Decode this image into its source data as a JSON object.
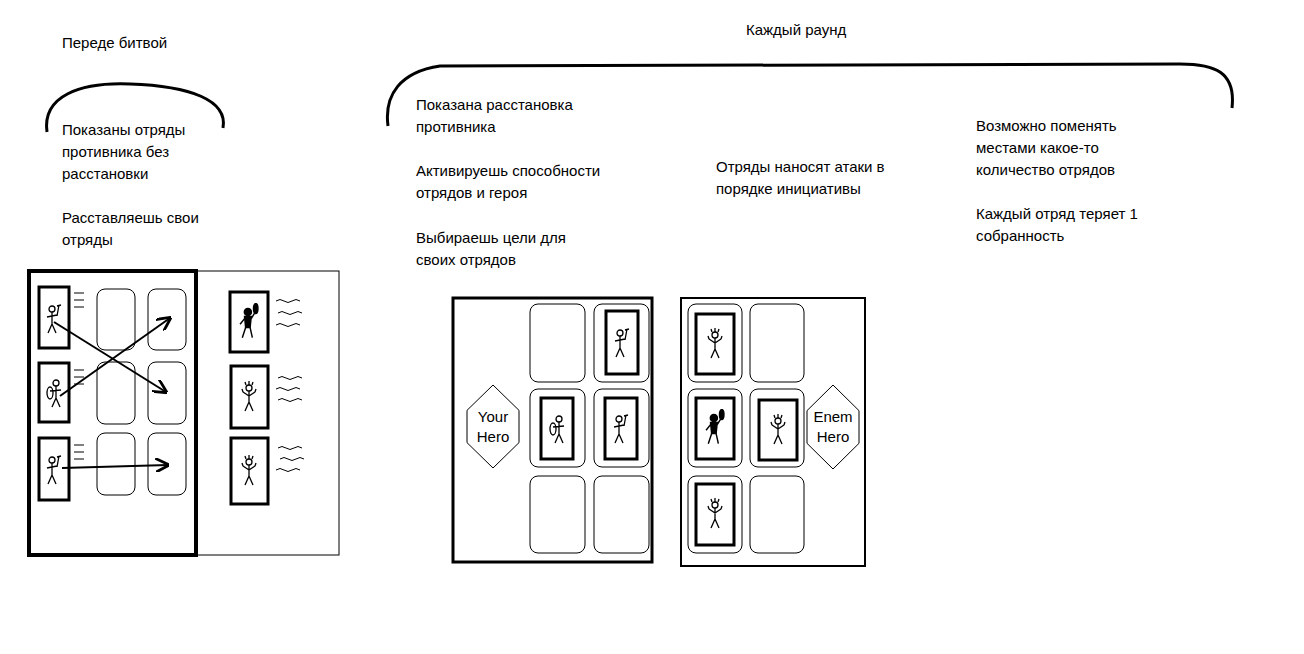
{
  "diagram": {
    "nodes": [
      {
        "text": [
          "Your Hero"
        ]
      },
      {
        "text": [
          "Enem Hero"
        ]
      }
    ],
    "labels": [
      "Переде битвой",
      "Каждый раунд",
      "Показаны отряды противника без расстановки",
      "Расставляешь свои отряды",
      "Показана расстановка противника",
      "Активируешь способности отрядов и героя",
      "Выбираешь цели для своих отрядов",
      "Отряды наносят атаки в порядке инициативы",
      "Возможно поменять местами какое-то количество отрядов",
      "Каждый отряд теряет 1 собранность"
    ]
  }
}
